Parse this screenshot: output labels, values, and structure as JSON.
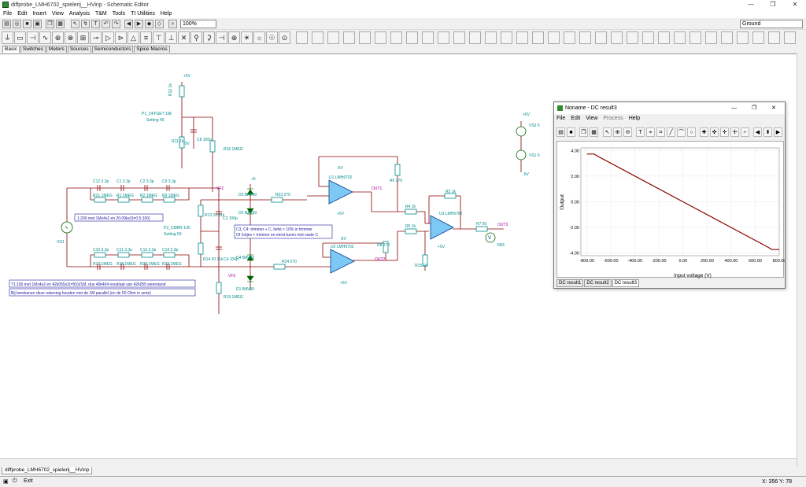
{
  "window": {
    "title": "diffprobe_LMH6702_spielerij__HVinp - Schematic Editor",
    "min": "—",
    "max": "❐",
    "close": "✕"
  },
  "menu": [
    "File",
    "Edit",
    "Insert",
    "View",
    "Analysis",
    "T&M",
    "Tools",
    "TI Utilities",
    "Help"
  ],
  "toolbar": {
    "zoom": "100%",
    "ground_select": "Ground"
  },
  "lib_tabs": [
    "Basic",
    "Switches",
    "Meters",
    "Sources",
    "Semiconductors",
    "Spice Macros"
  ],
  "schematic": {
    "labels": {
      "r12": "R12 1k",
      "p5v_top": "+5V",
      "p1": "P1_OFFSET 10k",
      "setting49": "Setting 49",
      "c8": "C8 100n",
      "r11": "R11 1k",
      "m5v_top": "-5V",
      "r16": "R16 1MEG",
      "c12": "C12 3.3p",
      "c1": "C1 3.3p",
      "c2": "C2 3.3p",
      "c9": "C9 3.3p",
      "r21": "R21 1MEG",
      "r1": "R1 1MEG",
      "r2": "R2 1MEG",
      "r9": "R9 1MEG",
      "vf2": "VF2",
      "d3": "D3 BAV99",
      "d2": "D2 BAV99",
      "p5v_d3": "+5",
      "r23": "R23 270",
      "u1_m5": "-5V",
      "u1": "U1 LMH6702",
      "out1": "OUT1",
      "u1_p5": "+5V",
      "r6": "R6 270",
      "r13": "R13 20.11k",
      "c3": "C3 100p",
      "p2": "P2_CMRR 100",
      "setting50": "Setting 50",
      "vg1": "VG1",
      "c10": "C10 3.3p",
      "c11": "C11 3.3p",
      "c13": "C13 3.3p",
      "c14": "C14 3.3p",
      "r17": "R17 1MEG",
      "r18": "R18 1MEG",
      "r20": "R20 1MEG",
      "r22": "R22 1MEG",
      "r14": "R14 20.11k",
      "c4": "C4 100p",
      "vf3": "VF3",
      "r19": "R19 1MEG",
      "d4": "D4 BAV99",
      "d1": "D1 BAV99",
      "r24": "R24 270",
      "u2_m5": "-5V",
      "u2": "U2 LMH6702",
      "out2": "OUT2",
      "u2_p5": "+5V",
      "r8": "R8 270",
      "r3": "R3 1k",
      "u3": "U3 LMH6702",
      "r4": "R4 1k",
      "r5": "R5 1k",
      "u3_p5": "+5V",
      "r15": "R15 1k",
      "r7": "R7 50",
      "out3": "OUT3",
      "vm1": "VM1",
      "vs2": "VS2 5",
      "vs1": "VS1 5",
      "vs_p5": "+5V",
      "vs_m5": "-5V"
    },
    "notes": {
      "n1": "1:200 met 1Mx4x2 en 20.09kx2(=0.5:100)",
      "n2": "C3, C4: trimmer + C, liefst > 10% in trimmer",
      "n2b": "Of 2otjes + trimmer en eerst tunen met vaste C",
      "n3": "?1:100 met 1Mx4x2 en 42k055x2(=50)//1M, dus 40k404 resultaat van 42k055 weerstand",
      "n4": "Bij berekenen deze rekening houden met de 1M parallel (en de 50 Ohm in serie)"
    }
  },
  "dc_window": {
    "title": "Noname - DC result3",
    "menu": [
      "File",
      "Edit",
      "View",
      "Process",
      "Help"
    ],
    "result_tabs": [
      "DC result1",
      "DC result2",
      "DC result3"
    ],
    "colors": {
      "trace": "#8b0000",
      "grid": "#c8c8c8"
    }
  },
  "chart_data": {
    "type": "line",
    "title": "",
    "xlabel": "Input voltage (V)",
    "ylabel": "Output",
    "xlim": [
      -850,
      800
    ],
    "ylim": [
      -4.2,
      4.2
    ],
    "xticks": [
      "-800.00",
      "-600.00",
      "-400.00",
      "-200.00",
      "0.00",
      "200.00",
      "400.00",
      "600.00",
      "800.00"
    ],
    "yticks": [
      "4.00",
      "2.00",
      "0.00",
      "-2.00",
      "-4.00"
    ],
    "grid": true,
    "series": [
      {
        "x": [
          -800,
          -740,
          -700,
          0,
          700,
          740,
          800
        ],
        "y": [
          3.72,
          3.72,
          3.5,
          0.0,
          -3.5,
          -3.72,
          -3.72
        ]
      }
    ]
  },
  "doc_tab": "diffprobe_LMH6702_spielerij__HVinp",
  "status": {
    "exit": "Exit",
    "coords": "X: 356  Y: 78"
  }
}
